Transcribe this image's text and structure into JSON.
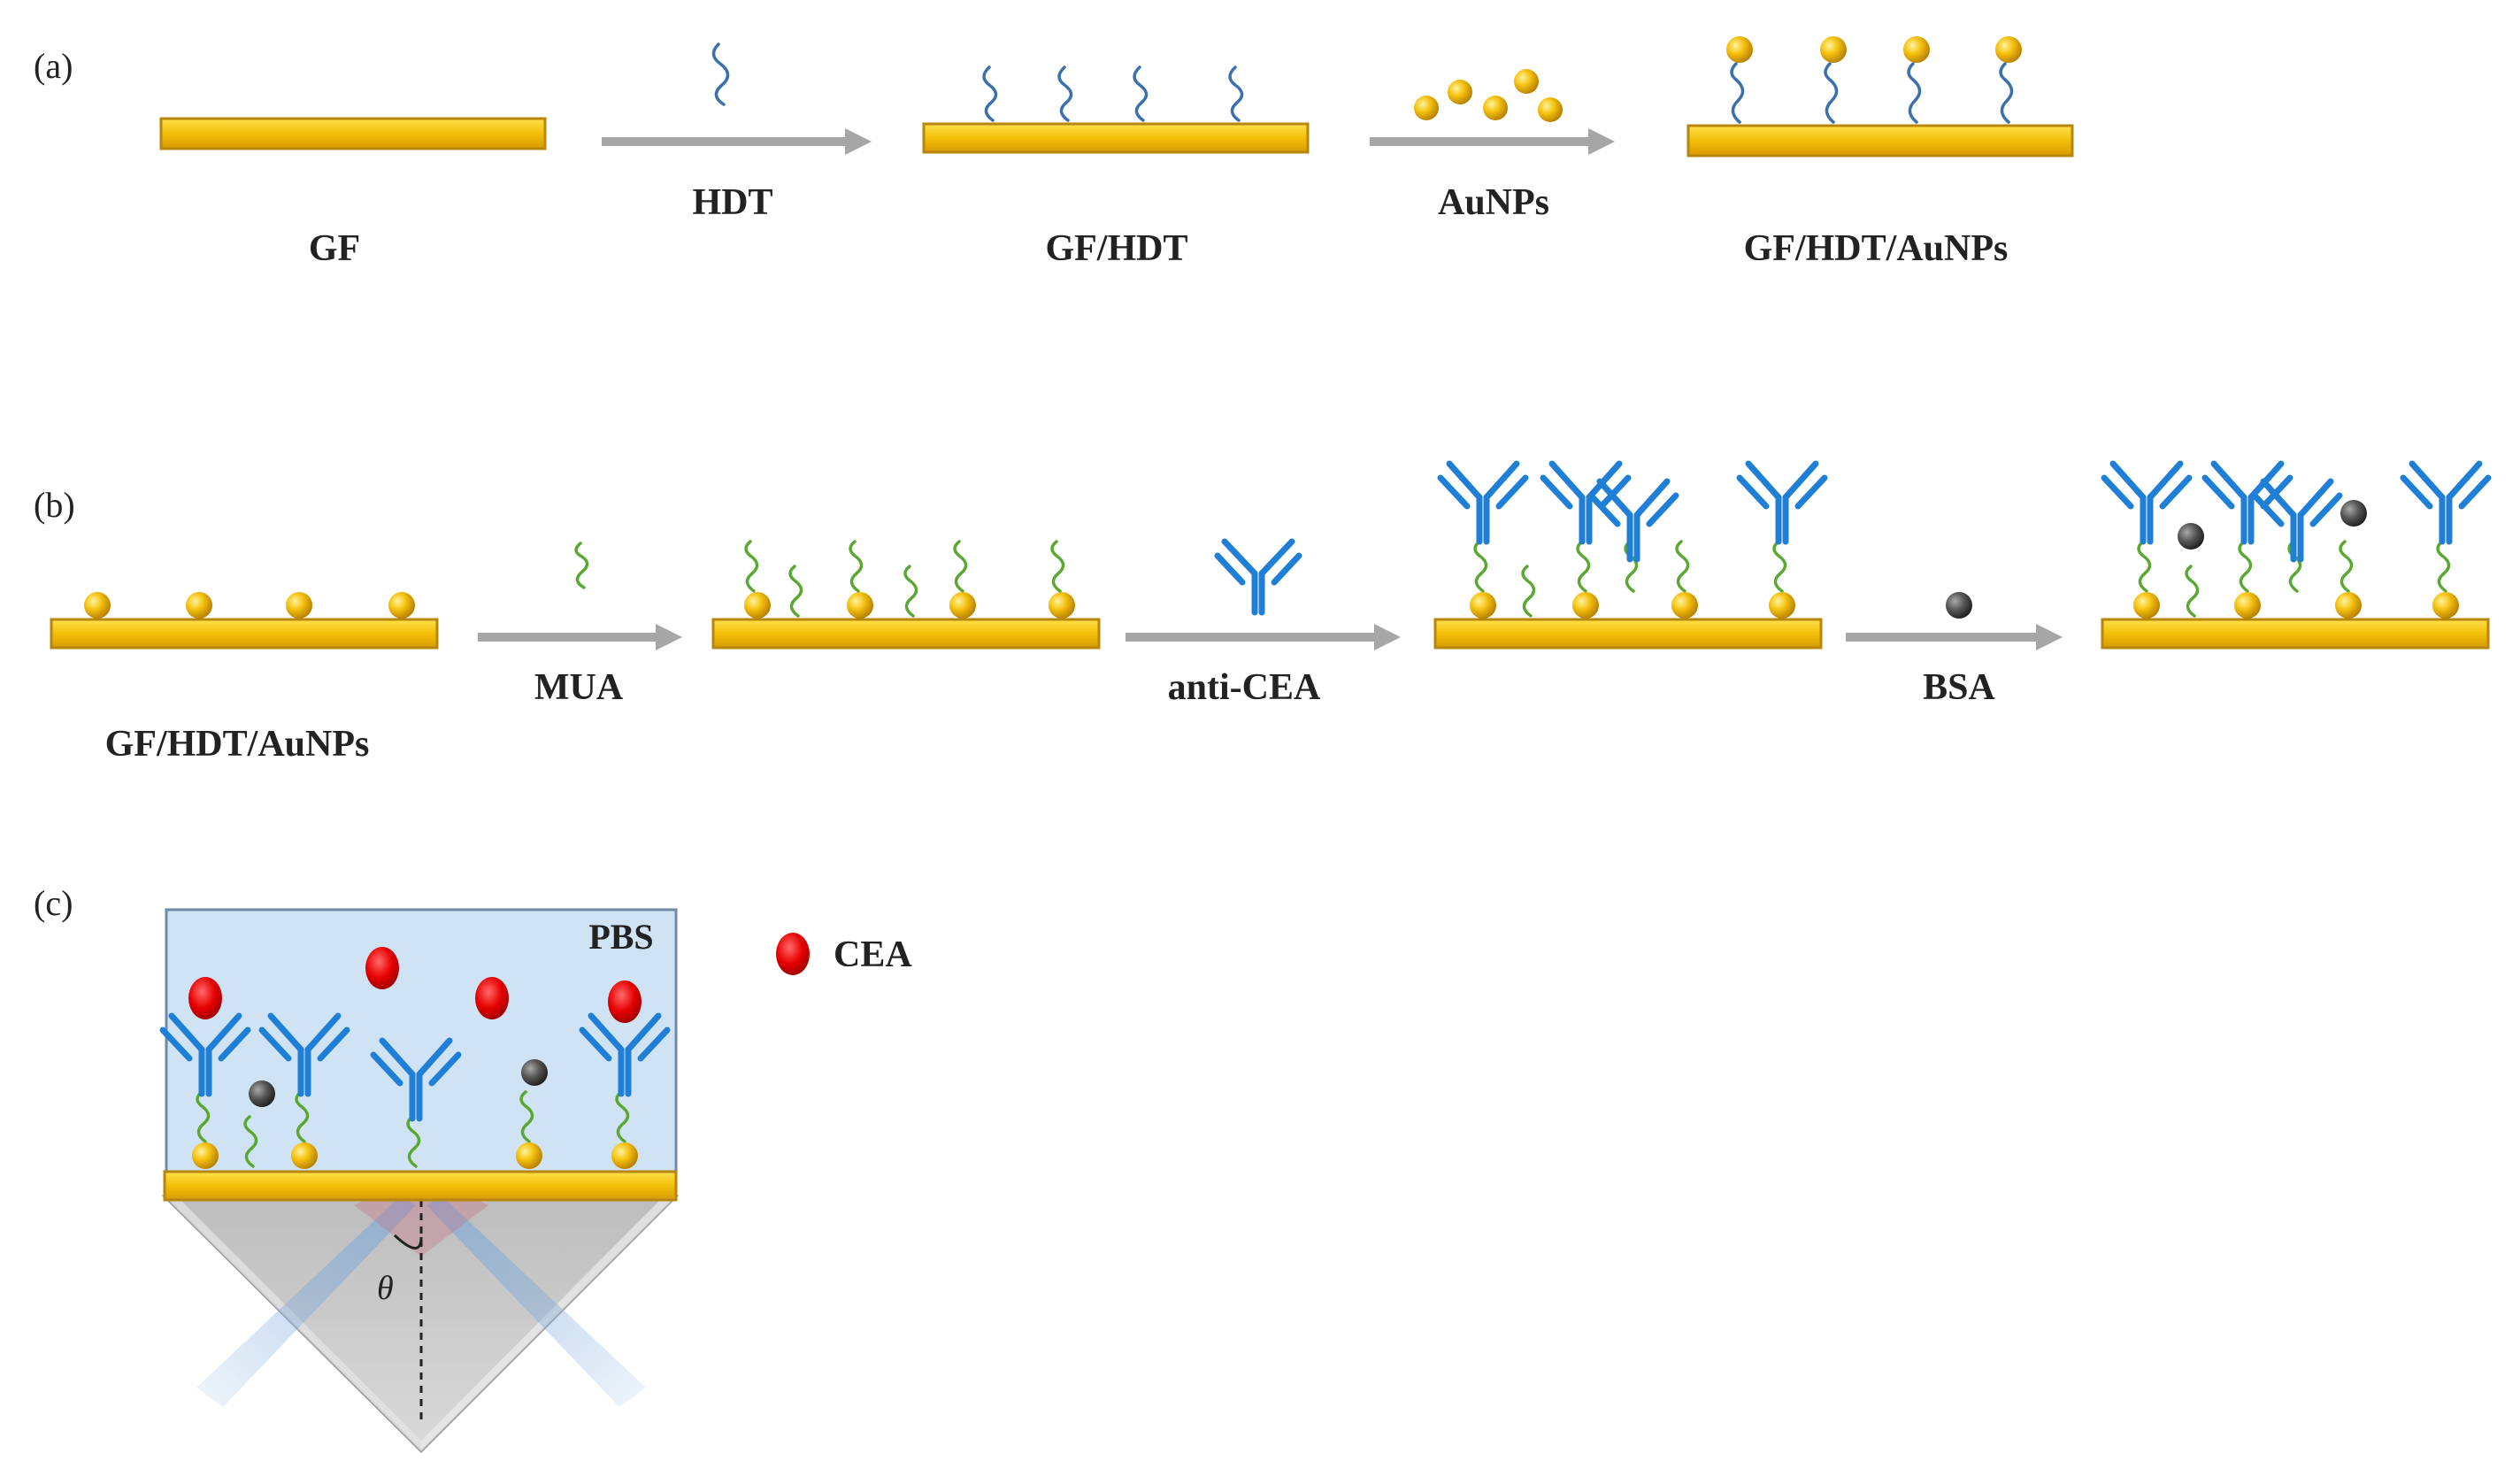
{
  "panels": {
    "a": {
      "label": "(a)",
      "stage_labels": [
        "GF",
        "GF/HDT",
        "GF/HDT/AuNPs"
      ],
      "step_labels": [
        "HDT",
        "AuNPs"
      ]
    },
    "b": {
      "label": "(b)",
      "stage_labels": [
        "GF/HDT/AuNPs"
      ],
      "step_labels": [
        "MUA",
        "anti-CEA",
        "BSA"
      ]
    },
    "c": {
      "label": "(c)",
      "medium_label": "PBS",
      "legend_label": "CEA",
      "angle_label": "θ"
    }
  },
  "colors": {
    "gold_film": "#f2c10a",
    "gold_film_edge": "#b8860b",
    "hdt_linker": "#3a6fb0",
    "mua_linker": "#5aa832",
    "antibody": "#1f7fd6",
    "bsa": "#3a3a3a",
    "cea": "#e01010",
    "pbs": "#cfe3f5",
    "arrow": "#a6a6a6",
    "prism": "#c8c8c8"
  },
  "icons": [
    "gold-nanoparticle-icon",
    "antibody-icon",
    "bsa-icon",
    "cea-icon",
    "linker-icon",
    "arrow-icon",
    "prism-icon"
  ]
}
